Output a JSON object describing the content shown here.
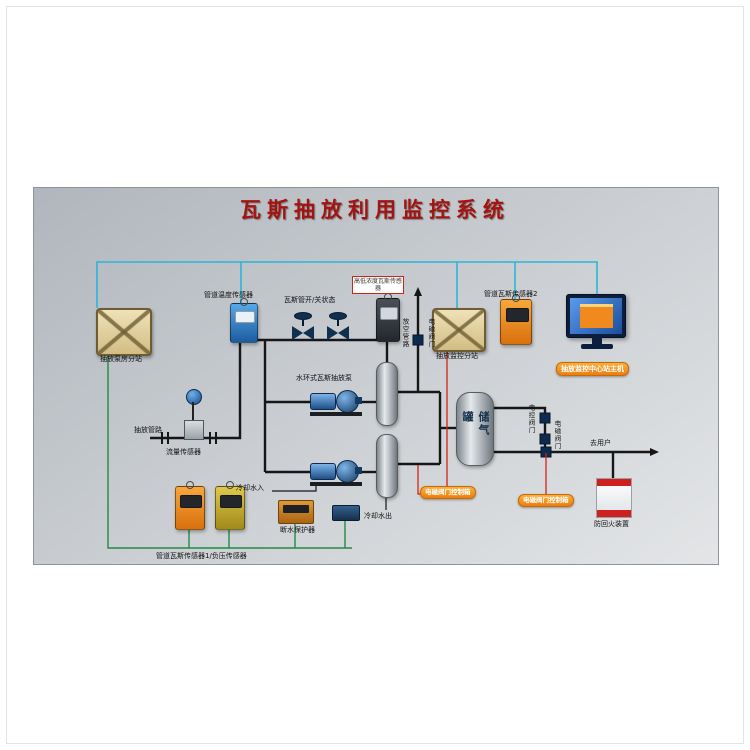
{
  "title": "瓦斯抽放利用监控系统",
  "labels": {
    "jbox1": "抽放泵房分站",
    "temp_sensor": "管道温度传感器",
    "valves": "瓦斯管开/关状态",
    "dark_sensor": "高低浓度瓦斯传感器",
    "jbox2": "抽放监控分站",
    "orange_sensor2": "管道瓦斯传感器2",
    "computer": "抽放监控中心站主机",
    "pipe": "抽放管路",
    "flow_sensor": "流量传感器",
    "pumps": "水环式瓦斯抽放泵",
    "storage_tank": "储气罐",
    "bottom_sensors": "管道瓦斯传感器1/负压传感器",
    "water_protector": "断水保护器",
    "cooling_in": "冷却水入",
    "cooling_out": "冷却水出",
    "control_box1": "电磁阀门控制箱",
    "control_box2": "电磁阀门控制箱",
    "flame_arrester": "防回火装置",
    "to_user": "去用户",
    "vent_pipe": "放空管路",
    "solenoid_valve_top": "电磁阀门",
    "electric_valve": "电控阀门",
    "solenoid_valve_right": "电磁阀门"
  },
  "colors": {
    "title_red": "#a31410",
    "signal_cyan": "#2ab5d8",
    "cable_green": "#1f8c45",
    "control_red": "#d42313",
    "pipe_black": "#161616",
    "accent_orange": "#ec7d0f",
    "panel_gray": "#c8ccd0"
  }
}
